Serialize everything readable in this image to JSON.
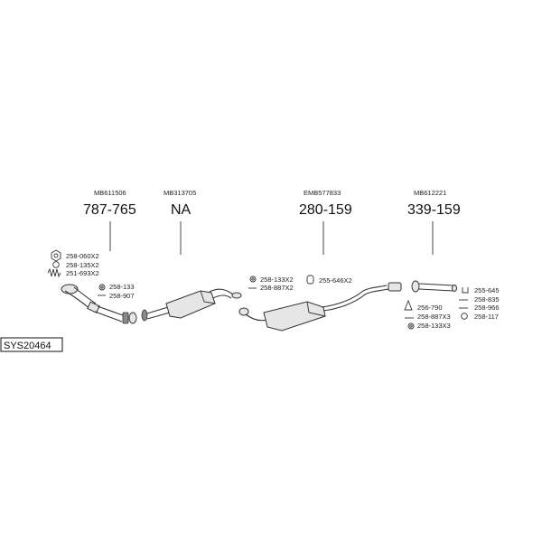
{
  "system_id": "SYS20464",
  "sections": [
    {
      "ref": "MB611506",
      "number": "787-765"
    },
    {
      "ref": "MB313705",
      "number": "NA"
    },
    {
      "ref": "EMB577833",
      "number": "280-159"
    },
    {
      "ref": "MB612221",
      "number": "339-159"
    }
  ],
  "parts": {
    "g1": [
      "258-060X2",
      "258-135X2",
      "251-693X2"
    ],
    "g2": [
      "258-133",
      "258-907"
    ],
    "g3": [
      "258-133X2",
      "258-887X2"
    ],
    "g4": [
      "255-646X2"
    ],
    "g5": [
      "255-645",
      "258-835",
      "258-966",
      "258-117"
    ],
    "g6": [
      "256-790",
      "258-887X3",
      "258-133X3"
    ]
  },
  "icons": [
    "nut-icon",
    "ring-icon",
    "spring-icon",
    "clamp-icon",
    "bolt-icon",
    "hanger-icon",
    "gasket-icon"
  ]
}
